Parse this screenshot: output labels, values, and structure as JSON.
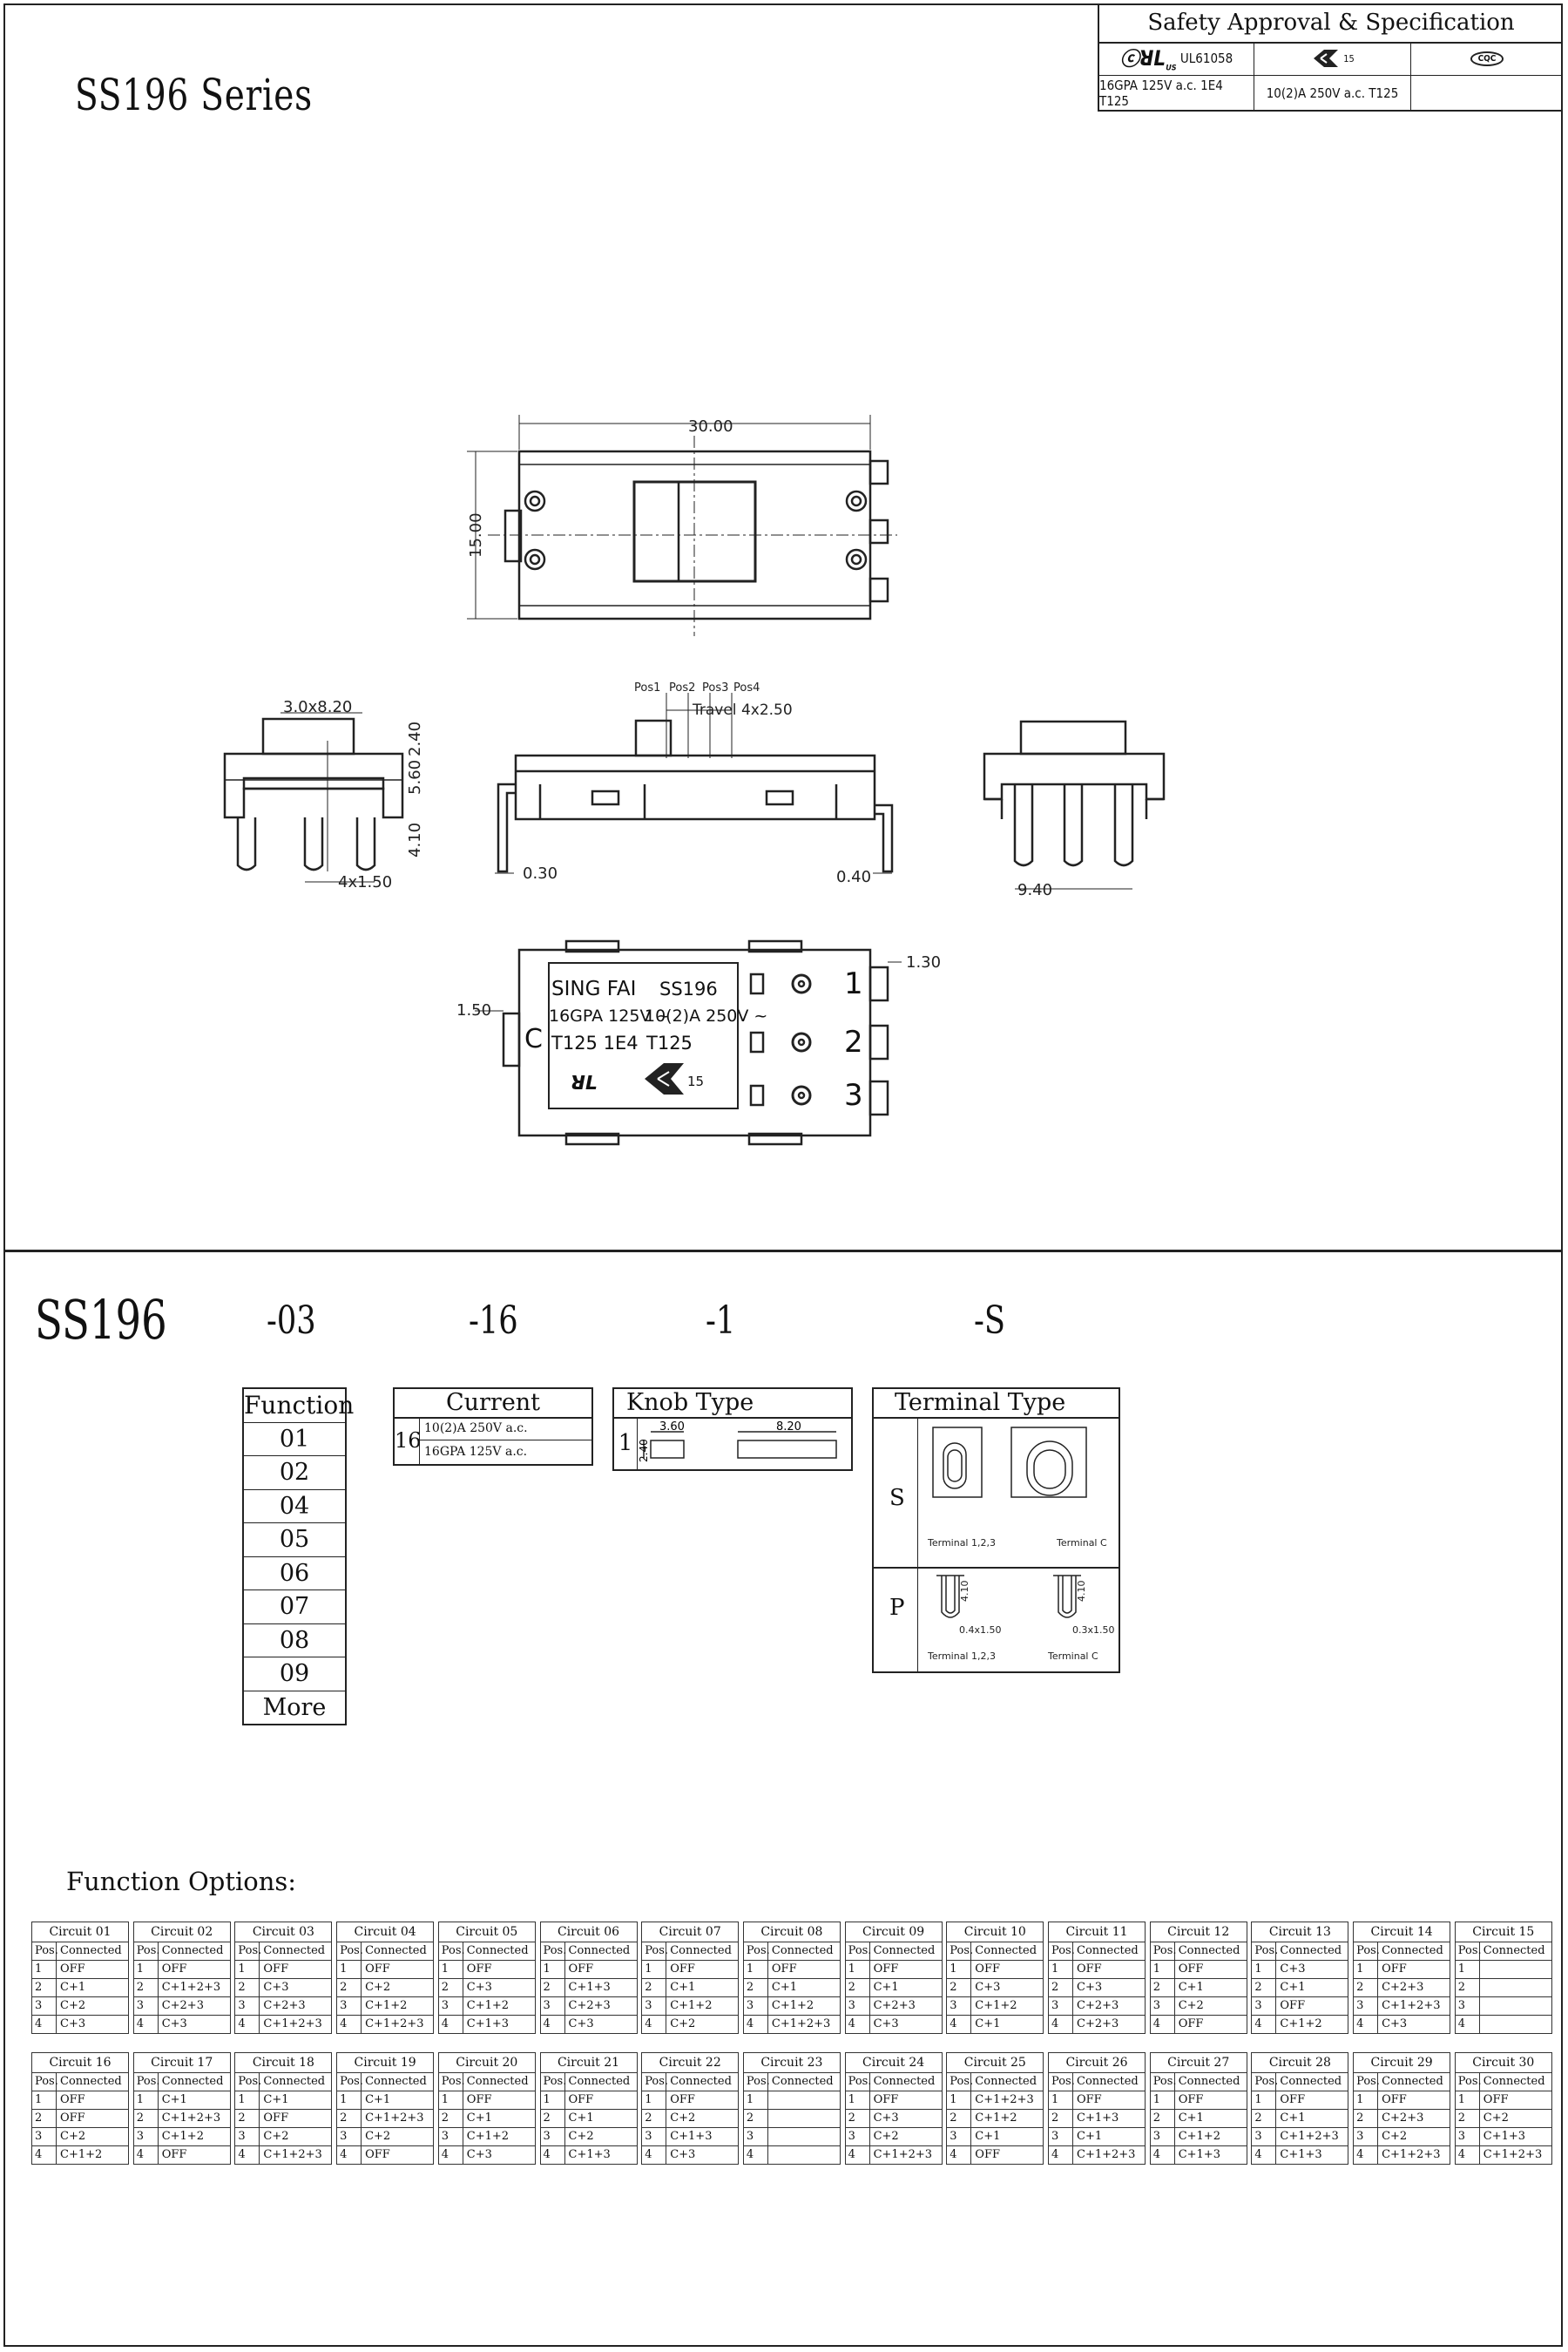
{
  "title": "SS196 Series",
  "safety": {
    "header": "Safety Approval & Specification",
    "ul_code": "UL61058",
    "enec_num": "15",
    "ccc": "CQC",
    "rating1": "16GPA 125V a.c. 1E4 T125",
    "rating2": "10(2)A 250V a.c. T125"
  },
  "dims": {
    "top_width": "30.00",
    "top_height": "15.00",
    "knob": "3.0x8.20",
    "d240": "2.40",
    "d560": "5.60",
    "d410": "4.10",
    "pin": "4x1.50",
    "pos1": "Pos1",
    "pos2": "Pos2",
    "pos3": "Pos3",
    "pos4": "Pos4",
    "travel": "Travel 4x2.50",
    "d030": "0.30",
    "d040": "0.40",
    "d940": "9.40",
    "d130": "1.30",
    "d150": "1.50"
  },
  "label": {
    "brand": "SING FAI",
    "model": "SS196",
    "line2a": "16GPA 125V ~",
    "line2b": "10(2)A 250V ~",
    "line3a": "T125 1E4",
    "line3b": "T125",
    "enec": "15",
    "c_term": "C",
    "t1": "1",
    "t2": "2",
    "t3": "3"
  },
  "partnumber": {
    "base": "SS196",
    "func": "-03",
    "current": "-16",
    "knob": "-1",
    "terminal": "-S"
  },
  "function_table": {
    "header": "Function",
    "items": [
      "01",
      "02",
      "04",
      "05",
      "06",
      "07",
      "08",
      "09",
      "More"
    ]
  },
  "current_table": {
    "header": "Current",
    "code": "16",
    "lines": [
      "10(2)A 250V a.c.",
      "16GPA 125V a.c."
    ]
  },
  "knob_table": {
    "header": "Knob Type",
    "code": "1",
    "d240": "2.40",
    "d360": "3.60",
    "d820": "8.20"
  },
  "terminal_table": {
    "header": "Terminal Type",
    "s": "S",
    "p": "P",
    "s_label1": "Terminal 1,2,3",
    "s_label2": "Terminal C",
    "p_label1": "Terminal 1,2,3",
    "p_label2": "Terminal C",
    "p_dim1": "0.4x1.50",
    "p_dim2": "0.3x1.50",
    "p_h1": "4.10",
    "p_h2": "4.10"
  },
  "function_options_title": "Function Options:",
  "pos_header": "Pos.",
  "conn_header": "Connected",
  "circuits": [
    {
      "name": "Circuit 01",
      "rows": [
        "OFF",
        "C+1",
        "C+2",
        "C+3"
      ]
    },
    {
      "name": "Circuit 02",
      "rows": [
        "OFF",
        "C+1+2+3",
        "C+2+3",
        "C+3"
      ]
    },
    {
      "name": "Circuit 03",
      "rows": [
        "OFF",
        "C+3",
        "C+2+3",
        "C+1+2+3"
      ]
    },
    {
      "name": "Circuit 04",
      "rows": [
        "OFF",
        "C+2",
        "C+1+2",
        "C+1+2+3"
      ]
    },
    {
      "name": "Circuit 05",
      "rows": [
        "OFF",
        "C+3",
        "C+1+2",
        "C+1+3"
      ]
    },
    {
      "name": "Circuit 06",
      "rows": [
        "OFF",
        "C+1+3",
        "C+2+3",
        "C+3"
      ]
    },
    {
      "name": "Circuit 07",
      "rows": [
        "OFF",
        "C+1",
        "C+1+2",
        "C+2"
      ]
    },
    {
      "name": "Circuit 08",
      "rows": [
        "OFF",
        "C+1",
        "C+1+2",
        "C+1+2+3"
      ]
    },
    {
      "name": "Circuit 09",
      "rows": [
        "OFF",
        "C+1",
        "C+2+3",
        "C+3"
      ]
    },
    {
      "name": "Circuit 10",
      "rows": [
        "OFF",
        "C+3",
        "C+1+2",
        "C+1"
      ]
    },
    {
      "name": "Circuit 11",
      "rows": [
        "OFF",
        "C+3",
        "C+2+3",
        "C+2+3"
      ]
    },
    {
      "name": "Circuit 12",
      "rows": [
        "OFF",
        "C+1",
        "C+2",
        "OFF"
      ]
    },
    {
      "name": "Circuit 13",
      "rows": [
        "C+3",
        "C+1",
        "OFF",
        "C+1+2"
      ]
    },
    {
      "name": "Circuit 14",
      "rows": [
        "OFF",
        "C+2+3",
        "C+1+2+3",
        "C+3"
      ]
    },
    {
      "name": "Circuit 15",
      "rows": [
        "",
        "",
        "",
        ""
      ]
    },
    {
      "name": "Circuit 16",
      "rows": [
        "OFF",
        "OFF",
        "C+2",
        "C+1+2"
      ]
    },
    {
      "name": "Circuit 17",
      "rows": [
        "C+1",
        "C+1+2+3",
        "C+1+2",
        "OFF"
      ]
    },
    {
      "name": "Circuit 18",
      "rows": [
        "C+1",
        "OFF",
        "C+2",
        "C+1+2+3"
      ]
    },
    {
      "name": "Circuit 19",
      "rows": [
        "C+1",
        "C+1+2+3",
        "C+2",
        "OFF"
      ]
    },
    {
      "name": "Circuit 20",
      "rows": [
        "OFF",
        "C+1",
        "C+1+2",
        "C+3"
      ]
    },
    {
      "name": "Circuit 21",
      "rows": [
        "OFF",
        "C+1",
        "C+2",
        "C+1+3"
      ]
    },
    {
      "name": "Circuit 22",
      "rows": [
        "OFF",
        "C+2",
        "C+1+3",
        "C+3"
      ]
    },
    {
      "name": "Circuit 23",
      "rows": [
        "",
        "",
        "",
        ""
      ]
    },
    {
      "name": "Circuit 24",
      "rows": [
        "OFF",
        "C+3",
        "C+2",
        "C+1+2+3"
      ]
    },
    {
      "name": "Circuit 25",
      "rows": [
        "C+1+2+3",
        "C+1+2",
        "C+1",
        "OFF"
      ]
    },
    {
      "name": "Circuit 26",
      "rows": [
        "OFF",
        "C+1+3",
        "C+1",
        "C+1+2+3"
      ]
    },
    {
      "name": "Circuit 27",
      "rows": [
        "OFF",
        "C+1",
        "C+1+2",
        "C+1+3"
      ]
    },
    {
      "name": "Circuit 28",
      "rows": [
        "OFF",
        "C+1",
        "C+1+2+3",
        "C+1+3"
      ]
    },
    {
      "name": "Circuit 29",
      "rows": [
        "OFF",
        "C+2+3",
        "C+2",
        "C+1+2+3"
      ]
    },
    {
      "name": "Circuit 30",
      "rows": [
        "OFF",
        "C+2",
        "C+1+3",
        "C+1+2+3"
      ]
    }
  ]
}
